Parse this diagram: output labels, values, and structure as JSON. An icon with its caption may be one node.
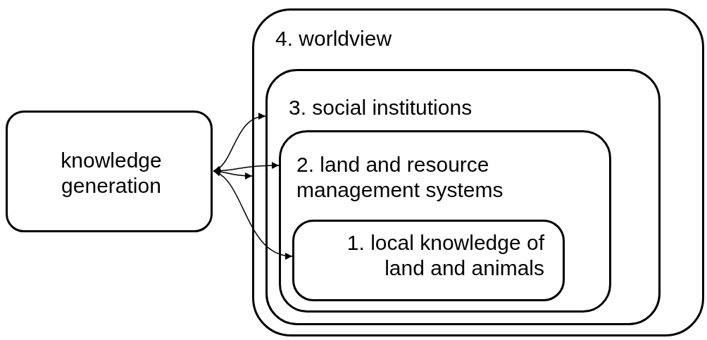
{
  "diagram": {
    "nodes": [
      {
        "text": [
          "knowledge generation"
        ]
      },
      {
        "text": [
          "4. worldview"
        ]
      },
      {
        "text": [
          "3. social institutions"
        ],
        "in": 1
      },
      {
        "text": [
          "2. land and resource management systems"
        ],
        "in": 2
      },
      {
        "text": [
          "1. local knowledge of land and animals"
        ],
        "in": 3
      }
    ],
    "edges": [
      {
        "from": 0,
        "to": 1,
        "arrow": "both"
      },
      {
        "from": 0,
        "to": 2,
        "arrow": "both"
      },
      {
        "from": 0,
        "to": 3,
        "arrow": "both"
      },
      {
        "from": 0,
        "to": 4,
        "arrow": "both"
      }
    ]
  }
}
